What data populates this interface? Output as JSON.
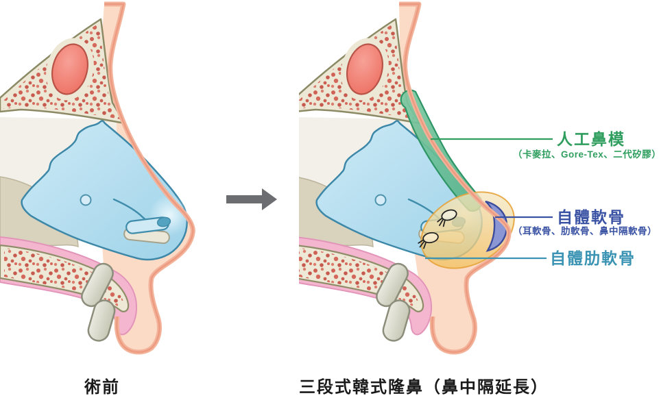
{
  "figure": {
    "type": "medical-illustration",
    "topic": "three-stage Korean rhinoplasty nasal cross-sections (before / after)",
    "before": {
      "caption": "術前"
    },
    "after": {
      "caption": "三段式韓式隆鼻（鼻中隔延長）"
    },
    "annotations": [
      {
        "id": "dorsal-implant",
        "title": "人工鼻模",
        "subtitle": "（卡麥拉、Gore-Tex、二代矽膠）",
        "color": "#2f9e5e"
      },
      {
        "id": "tip-autologous-cartilage",
        "title": "自體軟骨",
        "subtitle": "（耳軟骨、肋軟骨、鼻中隔軟骨）",
        "color": "#3a52a3"
      },
      {
        "id": "rib-cartilage",
        "title": "自體肋軟骨",
        "subtitle": "",
        "color": "#3b93b4"
      }
    ],
    "colors": {
      "label_green": "#2f9e5e",
      "label_blue": "#3a52a3",
      "label_teal": "#3b93b4",
      "arrow_grey": "#6b6d70",
      "skin_fill": "#fbdbc6",
      "skin_outline": "#ec9b80",
      "bone_cream": "#ece8d5",
      "bone_outline": "#8b8a65",
      "spongy_red": "#cf6156",
      "sinus_red": "#ee7467",
      "cartilage_blue": "#aedcef",
      "cartilage_outline": "#3d88a8",
      "mucosa_pink": "#f4b6cf",
      "tooth_grey": "#d4d4c6",
      "implant_green": "#68c096",
      "implant_yellow": "#f5c564",
      "implant_tip_blue": "#8a97d4"
    }
  }
}
